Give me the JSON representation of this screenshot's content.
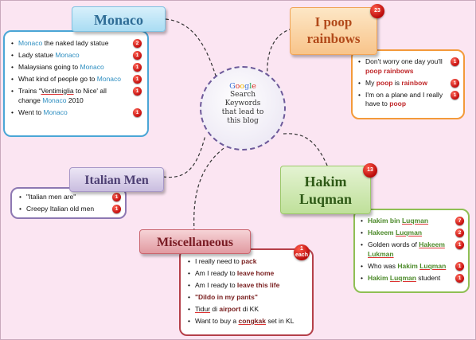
{
  "center": {
    "google_letters": [
      {
        "ch": "G",
        "color": "#3b6fd4"
      },
      {
        "ch": "o",
        "color": "#d93025"
      },
      {
        "ch": "o",
        "color": "#f2b200"
      },
      {
        "ch": "g",
        "color": "#3b6fd4"
      },
      {
        "ch": "l",
        "color": "#1e9e4a"
      },
      {
        "ch": "e",
        "color": "#d93025"
      }
    ],
    "lines": [
      "Search",
      "Keywords",
      "that lead to",
      "this blog"
    ]
  },
  "monaco": {
    "title": "Monaco",
    "items": [
      {
        "parts": [
          {
            "t": "Monaco",
            "c": "blue"
          },
          {
            "t": " the naked lady statue"
          }
        ],
        "badge": "2"
      },
      {
        "parts": [
          {
            "t": "Lady statue "
          },
          {
            "t": "Monaco",
            "c": "blue"
          }
        ],
        "badge": "1"
      },
      {
        "parts": [
          {
            "t": "Malaysians going to "
          },
          {
            "t": "Monaco",
            "c": "blue"
          }
        ],
        "badge": "1"
      },
      {
        "parts": [
          {
            "t": "What kind of people go to "
          },
          {
            "t": "Monaco",
            "c": "blue"
          }
        ],
        "badge": "1"
      },
      {
        "parts": [
          {
            "t": "Trains “"
          },
          {
            "t": "Ventimiglia",
            "c": "u"
          },
          {
            "t": " to Nice' all change "
          },
          {
            "t": "Monaco",
            "c": "blue"
          },
          {
            "t": " 2010"
          }
        ],
        "badge": "1"
      },
      {
        "parts": [
          {
            "t": "Went to "
          },
          {
            "t": "Monaco",
            "c": "blue"
          }
        ],
        "badge": "1"
      }
    ]
  },
  "rainbows": {
    "title": "I poop rainbows",
    "badge": "23",
    "items": [
      {
        "parts": [
          {
            "t": "Don't worry one day you'll "
          },
          {
            "t": "poop rainbows",
            "c": "hr"
          }
        ],
        "badge": "1"
      },
      {
        "parts": [
          {
            "t": "My "
          },
          {
            "t": "poop",
            "c": "hr"
          },
          {
            "t": " is "
          },
          {
            "t": "rainbow",
            "c": "hr"
          }
        ],
        "badge": "1"
      },
      {
        "parts": [
          {
            "t": "I'm on a plane and I really have to "
          },
          {
            "t": "poop",
            "c": "hr"
          }
        ],
        "badge": "1"
      }
    ]
  },
  "italian": {
    "title": "Italian Men",
    "items": [
      {
        "parts": [
          {
            "t": "\"Italian men are\""
          }
        ],
        "badge": "1"
      },
      {
        "parts": [
          {
            "t": "Creepy Italian old men"
          }
        ],
        "badge": "1"
      }
    ]
  },
  "hakim": {
    "title": "Hakim Luqman",
    "badge": "13",
    "items": [
      {
        "parts": [
          {
            "t": "Hakim bin ",
            "c": "gr"
          },
          {
            "t": "Luqman",
            "c": "gr u"
          }
        ],
        "badge": "7"
      },
      {
        "parts": [
          {
            "t": "Hakeem ",
            "c": "gr"
          },
          {
            "t": "Luqman",
            "c": "gr u"
          }
        ],
        "badge": "2"
      },
      {
        "parts": [
          {
            "t": "Golden words of "
          },
          {
            "t": "Hakeem Lukman",
            "c": "gr u"
          }
        ],
        "badge": "1"
      },
      {
        "parts": [
          {
            "t": "Who was "
          },
          {
            "t": "Hakim ",
            "c": "gr"
          },
          {
            "t": "Luqman",
            "c": "gr u"
          }
        ],
        "badge": "1"
      },
      {
        "parts": [
          {
            "t": "Hakim ",
            "c": "gr"
          },
          {
            "t": "Luqman",
            "c": "gr u"
          },
          {
            "t": " student"
          }
        ],
        "badge": "1"
      }
    ]
  },
  "misc": {
    "title": "Miscellaneous",
    "badge_lines": [
      "1",
      "each"
    ],
    "items": [
      {
        "parts": [
          {
            "t": "I really need to "
          },
          {
            "t": "pack",
            "c": "dg"
          }
        ]
      },
      {
        "parts": [
          {
            "t": "Am I ready to "
          },
          {
            "t": "leave home",
            "c": "dg"
          }
        ]
      },
      {
        "parts": [
          {
            "t": "Am I ready to "
          },
          {
            "t": "leave this life",
            "c": "dg"
          }
        ]
      },
      {
        "parts": [
          {
            "t": "\"Dildo in my pants\"",
            "c": "dg"
          }
        ]
      },
      {
        "parts": [
          {
            "t": "Tidur",
            "c": "u"
          },
          {
            "t": " di "
          },
          {
            "t": "airport",
            "c": "dg"
          },
          {
            "t": " di KK"
          }
        ]
      },
      {
        "parts": [
          {
            "t": "Want to buy a "
          },
          {
            "t": "congkak",
            "c": "dg u"
          },
          {
            "t": " set in KL"
          }
        ]
      }
    ]
  },
  "colors": {
    "background": "#fbe5f2",
    "monaco": "#4aa6d6",
    "rainbows": "#f39a3a",
    "italian": "#8d78b2",
    "hakim": "#8fbf54",
    "misc": "#b5404a",
    "badge_red": "#c40d0d"
  }
}
